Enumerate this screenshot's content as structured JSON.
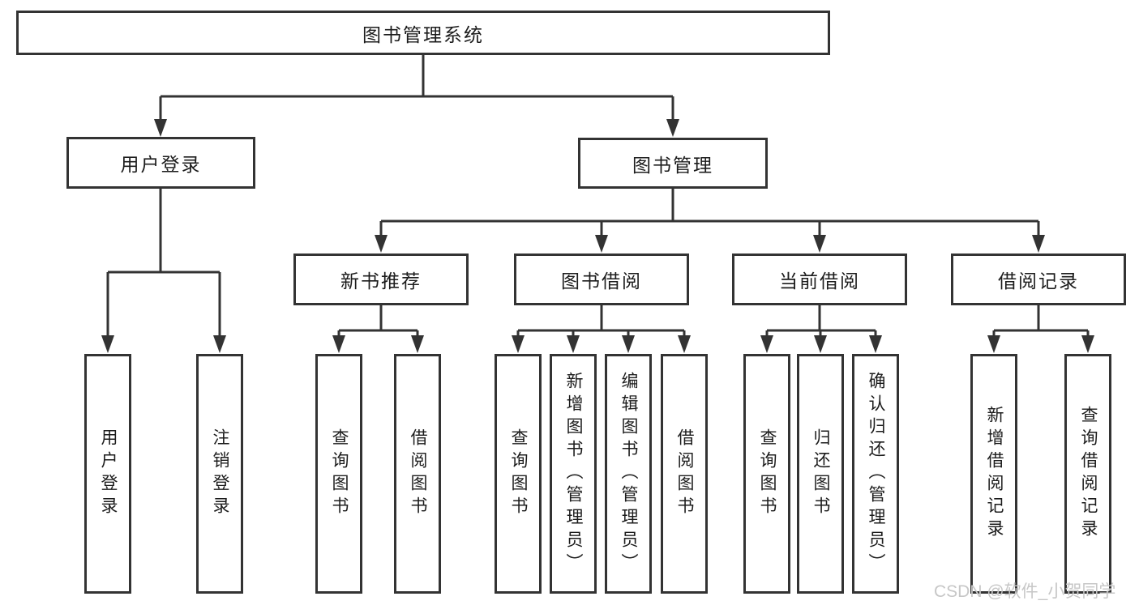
{
  "diagram": {
    "root": {
      "label": "图书管理系统"
    },
    "level1": [
      {
        "id": "user-login",
        "label": "用户登录",
        "children": [
          {
            "label": "用户登录"
          },
          {
            "label": "注销登录"
          }
        ]
      },
      {
        "id": "book-management",
        "label": "图书管理",
        "children": [
          {
            "label": "新书推荐",
            "children": [
              {
                "label": "查询图书"
              },
              {
                "label": "借阅图书"
              }
            ]
          },
          {
            "label": "图书借阅",
            "children": [
              {
                "label": "查询图书"
              },
              {
                "label": "新增图书（管理员）"
              },
              {
                "label": "编辑图书（管理员）"
              },
              {
                "label": "借阅图书"
              }
            ]
          },
          {
            "label": "当前借阅",
            "children": [
              {
                "label": "查询图书"
              },
              {
                "label": "归还图书"
              },
              {
                "label": "确认归还（管理员）"
              }
            ]
          },
          {
            "label": "借阅记录",
            "children": [
              {
                "label": "新增借阅记录"
              },
              {
                "label": "查询借阅记录"
              }
            ]
          }
        ]
      }
    ]
  },
  "watermark": {
    "text": "CSDN @软件_小贺同学",
    "color": "#c7c7c7"
  },
  "colors": {
    "line": "#333333",
    "box_border": "#333333",
    "box_fill": "#ffffff",
    "text": "#1c1c1c",
    "background": "#ffffff"
  }
}
